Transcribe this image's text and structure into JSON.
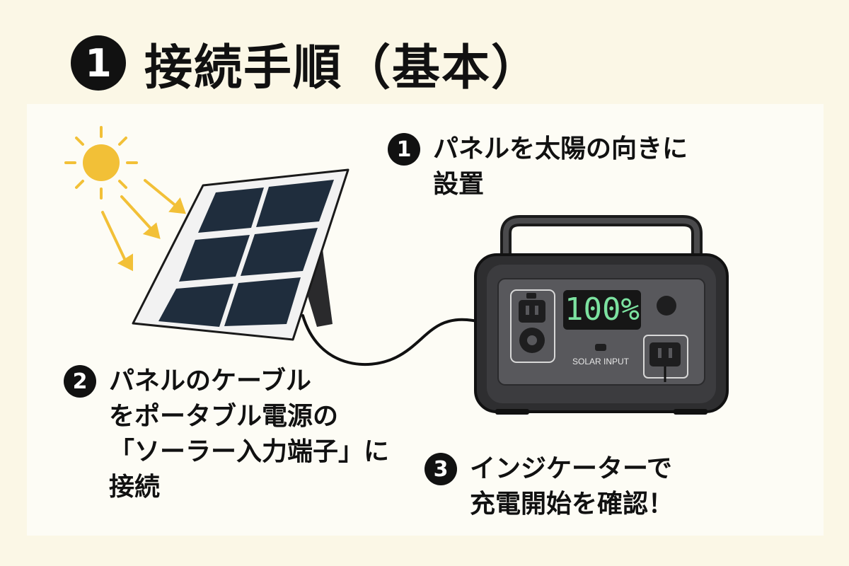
{
  "title": {
    "badge": "1",
    "text": "接続手順（基本）"
  },
  "steps": [
    {
      "badge": "1",
      "text": "パネルを太陽の向きに\n設置"
    },
    {
      "badge": "2",
      "text": "パネルのケーブル\nをポータブル電源の\n「ソーラー入力端子」に\n接続"
    },
    {
      "badge": "3",
      "text": "インジケーターで\n充電開始を確認！"
    }
  ],
  "power_station": {
    "display_value": "100%",
    "port_label": "SOLAR INPUT"
  },
  "colors": {
    "background": "#fbf7e6",
    "sun": "#f2c037",
    "panel_cell": "#1f2d3d",
    "device_body": "#3a3a3c",
    "display_text": "#7ce2a0"
  }
}
